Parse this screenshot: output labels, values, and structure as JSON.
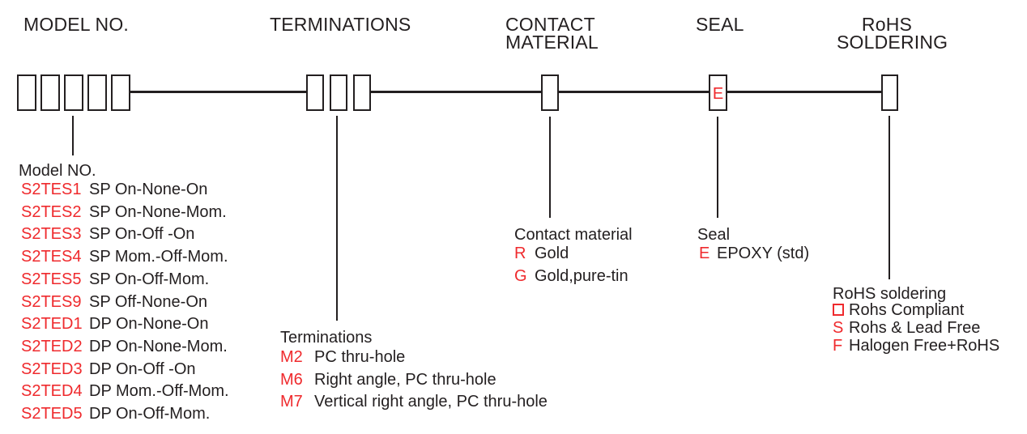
{
  "headers": {
    "model": "MODEL NO.",
    "terminations": "TERMINATIONS",
    "contact": "CONTACT\nMATERIAL",
    "seal": "SEAL",
    "rohs": "RoHS\nSOLDERING"
  },
  "part_number_boxes": {
    "model_box_count": 5,
    "termination_box_count": 3,
    "seal_box_code": "E"
  },
  "model_section": {
    "label": "Model NO.",
    "items": [
      {
        "code": "S2TES1",
        "desc": "SP On-None-On"
      },
      {
        "code": "S2TES2",
        "desc": "SP On-None-Mom."
      },
      {
        "code": "S2TES3",
        "desc": "SP On-Off -On"
      },
      {
        "code": "S2TES4",
        "desc": "SP Mom.-Off-Mom."
      },
      {
        "code": "S2TES5",
        "desc": "SP On-Off-Mom."
      },
      {
        "code": "S2TES9",
        "desc": "SP Off-None-On"
      },
      {
        "code": "S2TED1",
        "desc": "DP On-None-On"
      },
      {
        "code": "S2TED2",
        "desc": "DP On-None-Mom."
      },
      {
        "code": "S2TED3",
        "desc": "DP On-Off -On"
      },
      {
        "code": "S2TED4",
        "desc": "DP Mom.-Off-Mom."
      },
      {
        "code": "S2TED5",
        "desc": "DP On-Off-Mom."
      }
    ]
  },
  "terminations_section": {
    "label": "Terminations",
    "items": [
      {
        "code": "M2",
        "desc": "PC thru-hole"
      },
      {
        "code": "M6",
        "desc": "Right angle, PC thru-hole"
      },
      {
        "code": "M7",
        "desc": "Vertical right angle, PC thru-hole"
      }
    ]
  },
  "contact_section": {
    "label": "Contact material",
    "items": [
      {
        "code": "R",
        "desc": "Gold"
      },
      {
        "code": "G",
        "desc": "Gold,pure-tin"
      }
    ]
  },
  "seal_section": {
    "label": "Seal",
    "items": [
      {
        "code": "E",
        "desc": "EPOXY (std)"
      }
    ]
  },
  "rohs_section": {
    "label": "RoHS soldering",
    "items": [
      {
        "symbol": "square-outline",
        "desc": "Rohs Compliant"
      },
      {
        "code": "S",
        "desc": "Rohs & Lead Free"
      },
      {
        "code": "F",
        "desc": "Halogen Free+RoHS"
      }
    ]
  },
  "colors": {
    "accent_red": "#ef2a2d",
    "ink": "#231f20"
  }
}
